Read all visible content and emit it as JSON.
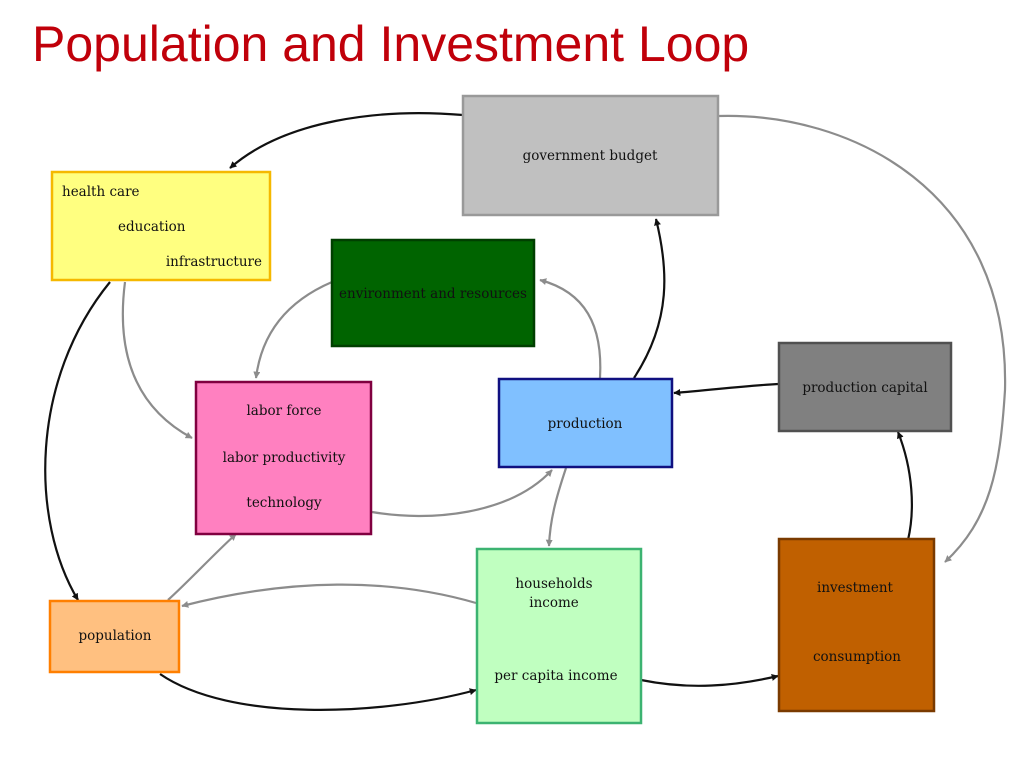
{
  "title": "Population and Investment Loop",
  "colors": {
    "title": "#c0000a",
    "strong_link": "#111111",
    "weak_link": "#8c8c8c"
  },
  "nodes": {
    "government_budget": {
      "lines": [
        "government budget"
      ],
      "fill": "#c0c0c0",
      "border": "#999999"
    },
    "services": {
      "lines": [
        "health care",
        "education",
        "infrastructure"
      ],
      "fill": "#ffff80",
      "border": "#f5b800"
    },
    "environment": {
      "lines": [
        "environment and resources"
      ],
      "fill": "#006400",
      "border": "#003f00"
    },
    "labor": {
      "lines": [
        "labor force",
        "labor productivity",
        "technology"
      ],
      "fill": "#ff80c0",
      "border": "#800040"
    },
    "production": {
      "lines": [
        "production"
      ],
      "fill": "#80c0ff",
      "border": "#101080"
    },
    "production_capital": {
      "lines": [
        "production capital"
      ],
      "fill": "#808080",
      "border": "#505050"
    },
    "households": {
      "lines": [
        "households",
        "income",
        "per capita income"
      ],
      "fill": "#c0ffc0",
      "border": "#3cb371"
    },
    "investment": {
      "lines": [
        "investment",
        "consumption"
      ],
      "fill": "#c06000",
      "border": "#7a3a00"
    },
    "population": {
      "lines": [
        "population"
      ],
      "fill": "#ffc080",
      "border": "#ff7f00"
    }
  }
}
